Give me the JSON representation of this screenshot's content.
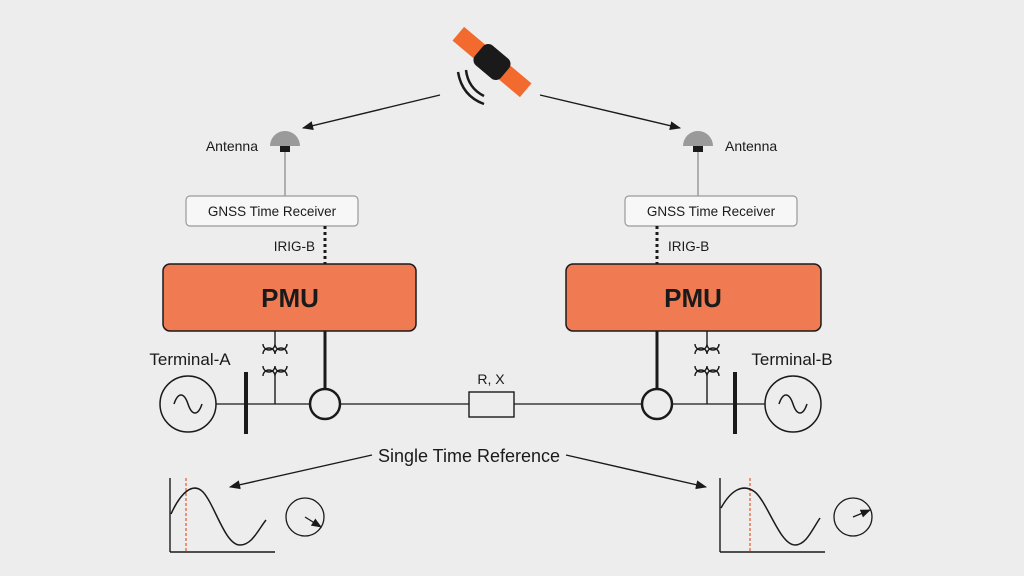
{
  "labels": {
    "antenna_left": "Antenna",
    "antenna_right": "Antenna",
    "receiver_left": "GNSS Time Receiver",
    "receiver_right": "GNSS Time Receiver",
    "irig_left": "IRIG-B",
    "irig_right": "IRIG-B",
    "pmu_left": "PMU",
    "pmu_right": "PMU",
    "terminal_a": "Terminal-A",
    "terminal_b": "Terminal-B",
    "line_impedance": "R, X",
    "time_reference": "Single Time Reference"
  },
  "colors": {
    "pmu_fill": "#f07a52",
    "satellite_panel": "#f26a2e",
    "antenna": "#9a9a9a",
    "line": "#1a1a1a",
    "reference_marker": "#e8572a",
    "background": "#ededed"
  },
  "icons": {
    "satellite": "satellite-icon",
    "antenna": "antenna-icon",
    "generator": "ac-source-icon",
    "transformer": "potential-transformer-icon",
    "current_transformer": "current-transformer-icon",
    "waveform": "sine-waveform-plot",
    "phasor": "phasor-dial-icon"
  }
}
